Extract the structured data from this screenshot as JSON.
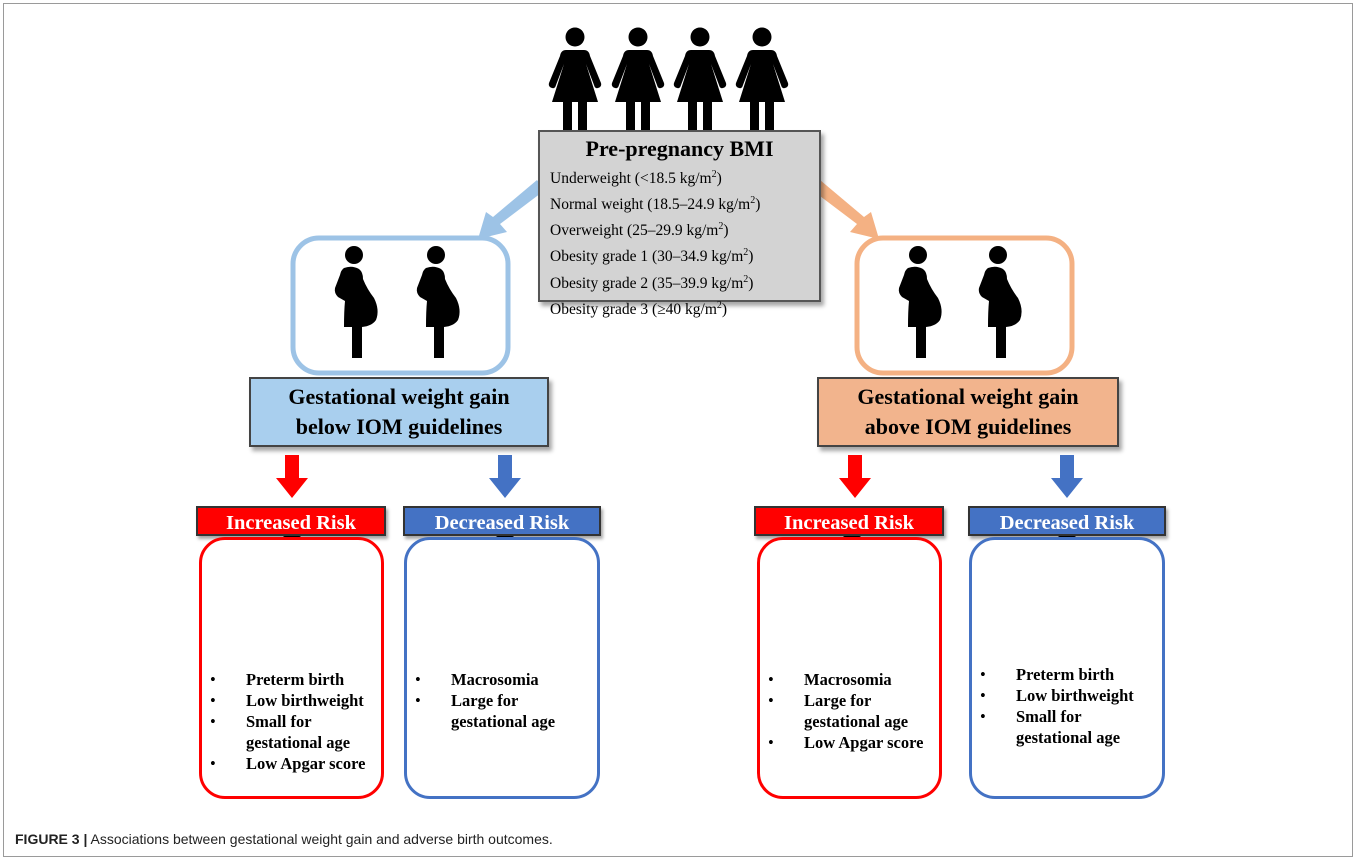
{
  "bmi": {
    "title": "Pre-pregnancy BMI",
    "categories": [
      {
        "label": "Underweight (<18.5 kg/m",
        "sup": "2",
        "tail": ")"
      },
      {
        "label": "Normal weight (18.5–24.9 kg/m",
        "sup": "2",
        "tail": ")"
      },
      {
        "label": "Overweight (25–29.9 kg/m",
        "sup": "2",
        "tail": ")"
      },
      {
        "label": "Obesity grade 1 (30–34.9 kg/m",
        "sup": "2",
        "tail": ")"
      },
      {
        "label": "Obesity grade 2 (35–39.9 kg/m",
        "sup": "2",
        "tail": ")"
      },
      {
        "label": "Obesity grade 3 (≥40 kg/m",
        "sup": "2",
        "tail": ")"
      }
    ]
  },
  "below": {
    "line1": "Gestational weight gain",
    "line2": "below IOM guidelines",
    "increased": {
      "label": "Increased Risk",
      "items": [
        "Preterm birth",
        "Low birthweight",
        "Small for gestational age",
        "Low Apgar score"
      ]
    },
    "decreased": {
      "label": "Decreased Risk",
      "items": [
        "Macrosomia",
        "Large for gestational age"
      ]
    }
  },
  "above": {
    "line1": "Gestational weight gain",
    "line2": "above IOM guidelines",
    "increased": {
      "label": "Increased Risk",
      "items": [
        "Macrosomia",
        "Large for gestational age",
        "Low Apgar score"
      ]
    },
    "decreased": {
      "label": "Decreased Risk",
      "items": [
        "Preterm birth",
        "Low birthweight",
        "Small for gestational age"
      ]
    }
  },
  "caption": {
    "label": "FIGURE 3 |",
    "text": " Associations between gestational weight gain and adverse birth outcomes."
  },
  "colors": {
    "below_box": "#a9cfee",
    "above_box": "#f2b48d",
    "increased": "#ff0000",
    "decreased": "#4472c4",
    "bmi_box": "#d3d3d3"
  },
  "icons": [
    "woman-icon",
    "pregnant-woman-icon",
    "baby-icon",
    "arrow-down-icon"
  ]
}
